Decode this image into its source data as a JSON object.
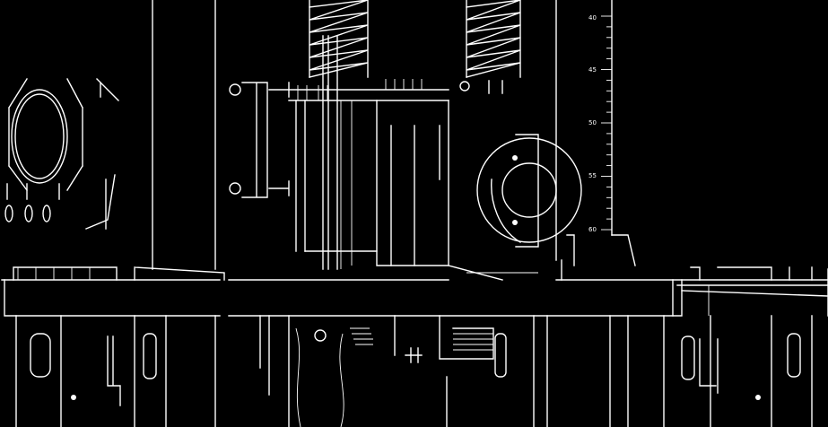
{
  "colors": {
    "background": "#000000",
    "line": "#ffffff"
  },
  "scale": {
    "tick_labels": [
      "40",
      "45",
      "50",
      "55",
      "60"
    ]
  }
}
